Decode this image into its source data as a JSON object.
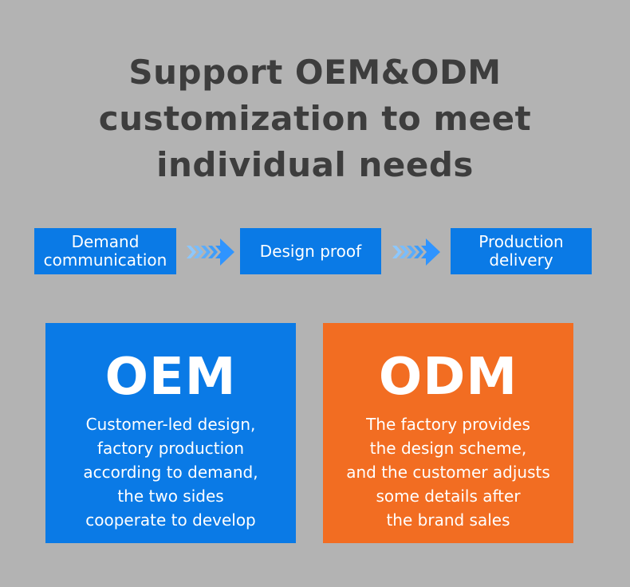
{
  "title": {
    "line1": "Support OEM&ODM",
    "line2": "customization to meet",
    "line3": "individual needs"
  },
  "process": {
    "steps": [
      {
        "line1": "Demand",
        "line2": "communication"
      },
      {
        "line1": "Design proof"
      },
      {
        "line1": "Production",
        "line2": "delivery"
      }
    ]
  },
  "cards": {
    "oem": {
      "heading": "OEM",
      "lines": [
        "Customer-led design,",
        "factory production",
        "according to demand,",
        "the two sides",
        "cooperate to develop"
      ]
    },
    "odm": {
      "heading": "ODM",
      "lines": [
        "The factory provides",
        "the design scheme,",
        "and the customer adjusts",
        "some details after",
        "the brand sales"
      ]
    }
  },
  "colors": {
    "background": "#b3b3b3",
    "title_text": "#3d3d3d",
    "blue": "#0a7ae6",
    "orange": "#f26d22",
    "arrow_light": "#8cc8ff",
    "arrow_main": "#2f94ff"
  },
  "icons": {
    "step_connector": "double-chevron-arrow-right-icon"
  }
}
